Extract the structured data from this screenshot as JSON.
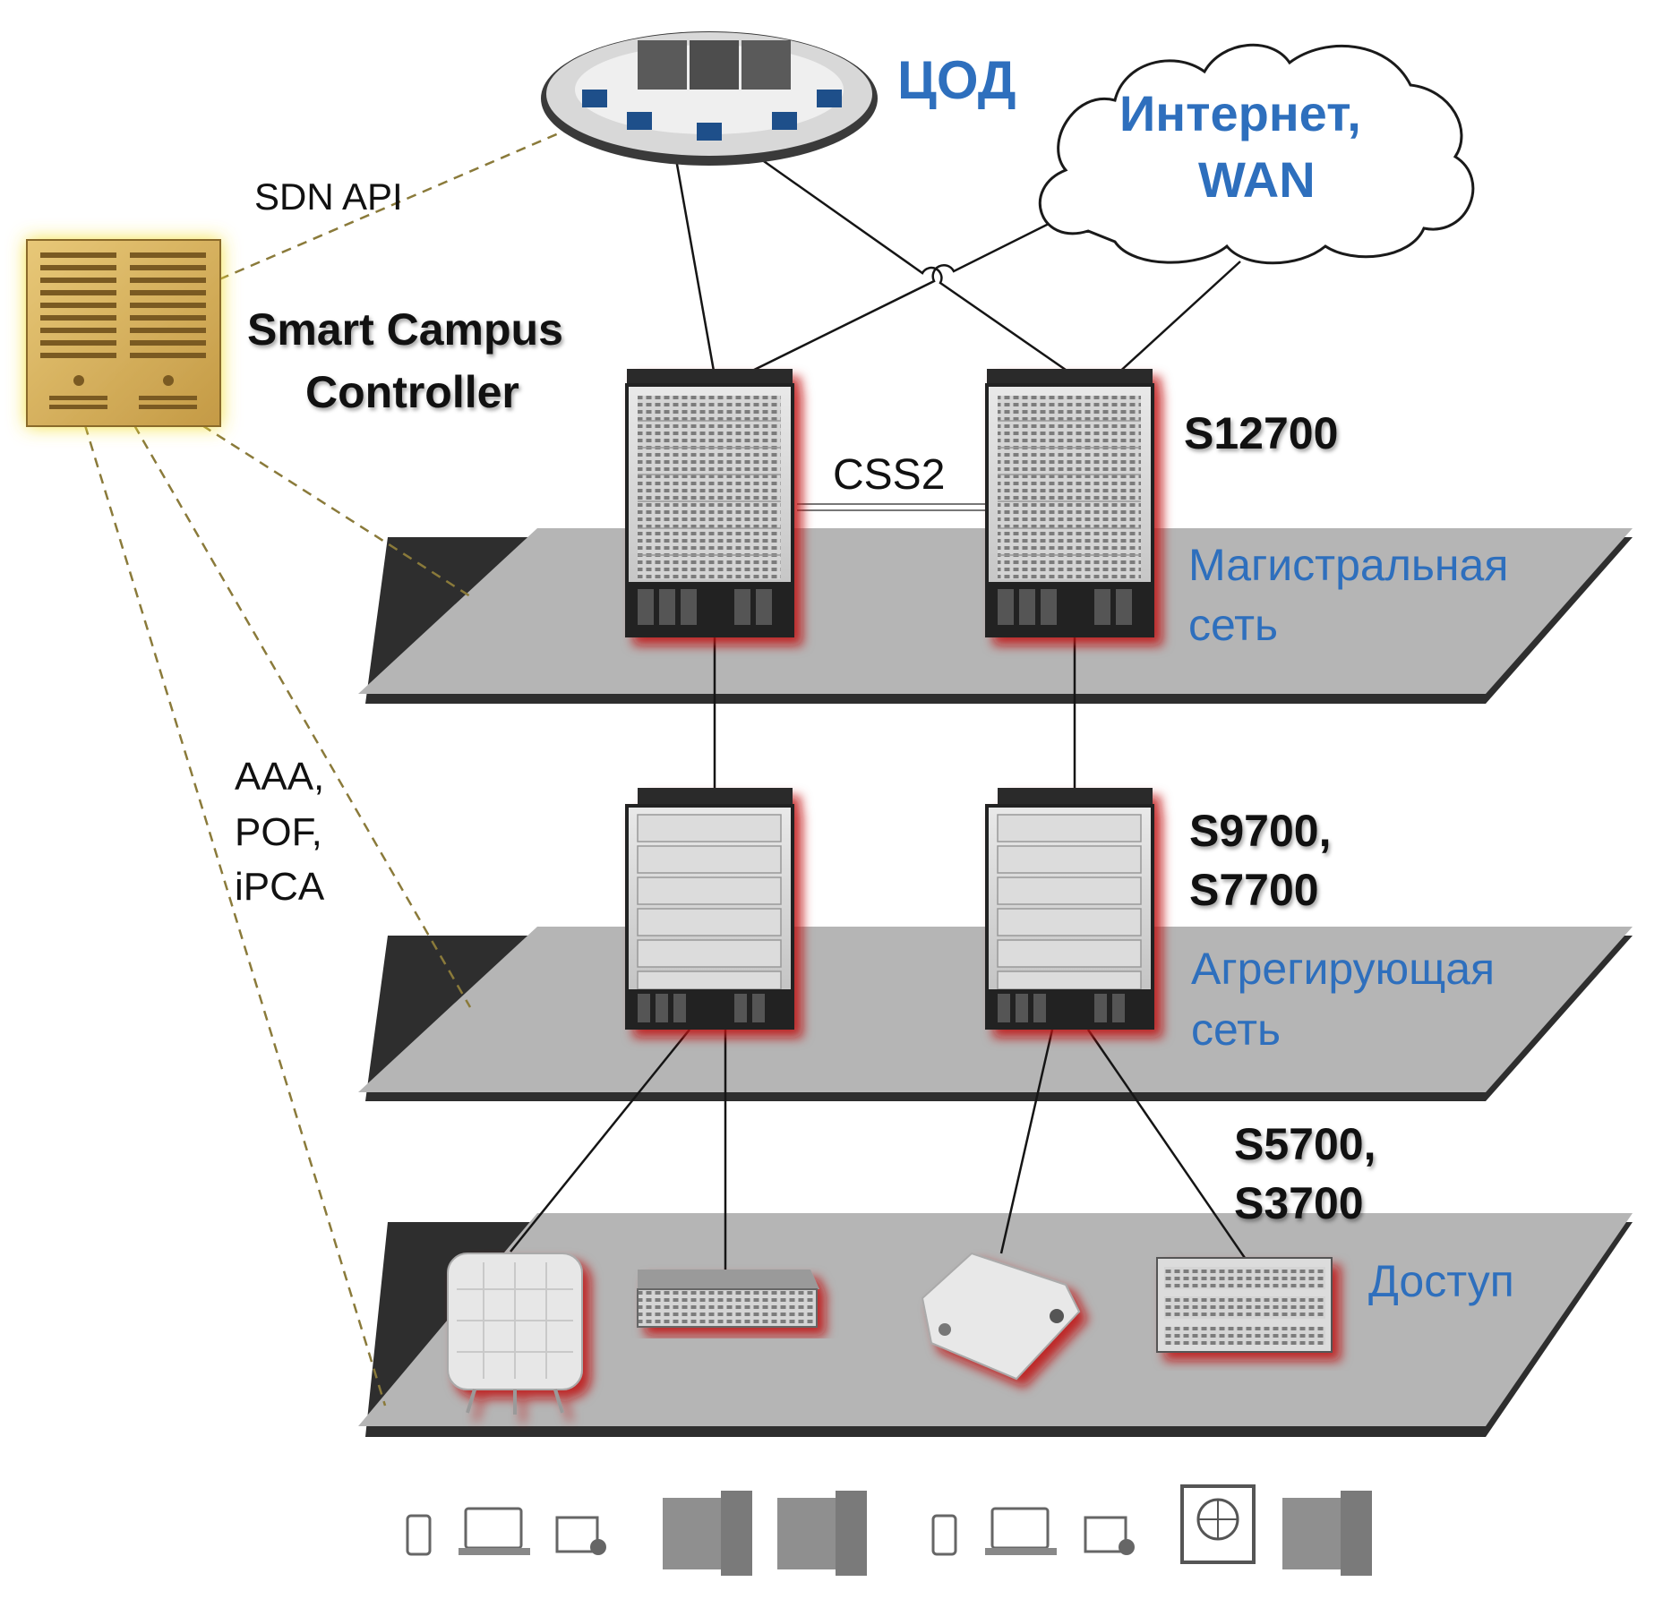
{
  "diagram": {
    "dc_label": "ЦОД",
    "internet_label_line1": "Интернет,",
    "internet_label_line2": "WAN",
    "sdn_api_label": "SDN API",
    "controller_label_line1": "Smart Campus",
    "controller_label_line2": "Controller",
    "core_model_label": "S12700",
    "css_label": "CSS2",
    "core_layer_line1": "Магистральная",
    "core_layer_line2": "сеть",
    "agg_model_line1": "S9700,",
    "agg_model_line2": "S7700",
    "agg_layer_line1": "Агрегирующая",
    "agg_layer_line2": "сеть",
    "access_model_line1": "S5700,",
    "access_model_line2": "S3700",
    "access_layer_label": "Доступ",
    "protocols_line1": "AAA,",
    "protocols_line2": "POF,",
    "protocols_line3": "iPCA"
  },
  "colors": {
    "layer_label": "#2e6fbd",
    "plane": "#b5b5b5",
    "controller": "#d9b766",
    "dashed_link": "#8a7a3a"
  },
  "icons": {
    "datacenter": "datacenter-icon",
    "internet": "cloud-icon",
    "controller": "server-icon",
    "core_switch": "chassis-switch-icon",
    "agg_switch": "chassis-switch-icon",
    "access_point": "wireless-ap-icon",
    "access_switch": "stackable-switch-icon",
    "endpoints": [
      "phone-icon",
      "laptop-wifi-icon",
      "payment-terminal-icon",
      "desktop-pc-icon",
      "desktop-pc-icon",
      "phone-icon",
      "laptop-wifi-icon",
      "payment-terminal-icon",
      "web-terminal-icon",
      "desktop-pc-icon"
    ]
  }
}
